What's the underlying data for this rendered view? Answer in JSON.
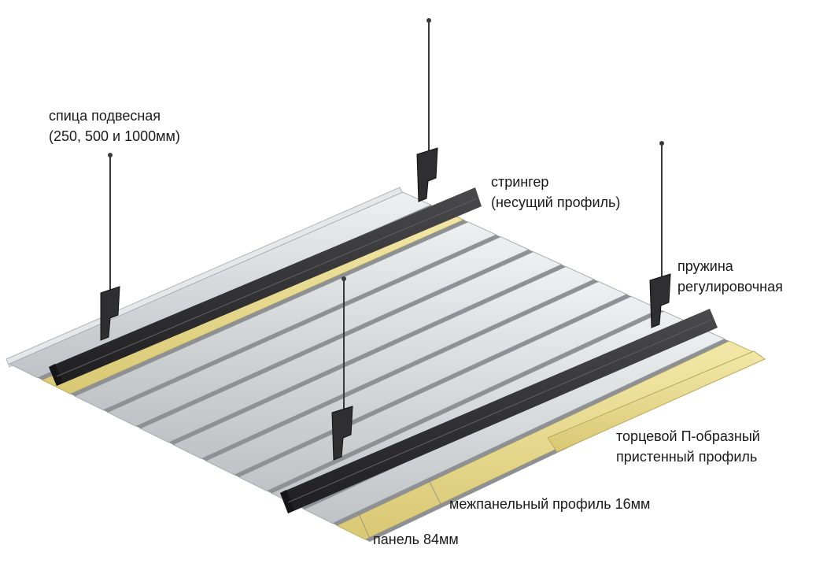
{
  "labels": {
    "spoke": {
      "line1": "спица подвесная",
      "line2": "(250, 500 и 1000мм)"
    },
    "stringer": {
      "line1": "стрингер",
      "line2": "(несущий профиль)"
    },
    "spring": {
      "line1": "пружина",
      "line2": "регулировочная"
    },
    "end_profile": {
      "line1": "торцевой П-образный",
      "line2": "пристенный профиль"
    },
    "interpanel": {
      "line1": "межпанельный профиль 16мм"
    },
    "panel": {
      "line1": "панель 84мм"
    }
  },
  "colors": {
    "panel_silver": "#d9dcde",
    "panel_highlight": "#f3f4f5",
    "panel_gold": "#eadc93",
    "stringer_black": "#2c2c2e",
    "rod": "#3a3a3a",
    "text": "#1a1a1a"
  }
}
